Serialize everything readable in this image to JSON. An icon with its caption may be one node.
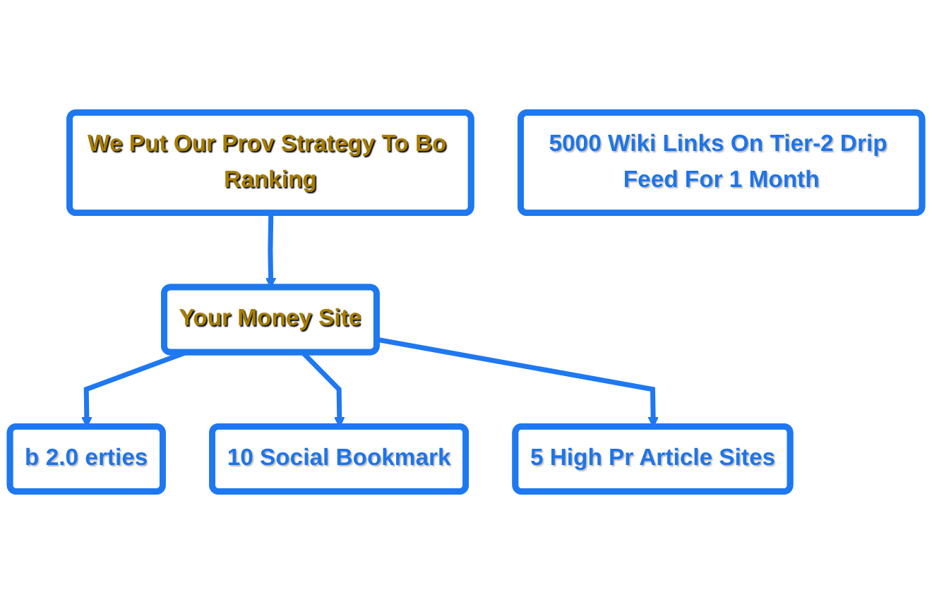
{
  "diagram": {
    "nodes": [
      {
        "text": [
          "Your Money Site"
        ]
      },
      {
        "text": [
          "We Put Our Prov Strategy To Bo Ranking"
        ]
      },
      {
        "text": [
          "b 2.0 erties"
        ]
      },
      {
        "text": [
          "10 Social Bookmark"
        ]
      },
      {
        "text": [
          "5 High Pr Article Sites"
        ]
      },
      {
        "text": [
          "5000 Wiki Links On Tier-2 Drip Feed For 1 Month"
        ]
      }
    ],
    "edges": [
      {
        "from": 1,
        "to": 0,
        "arrow": "to"
      },
      {
        "from": 0,
        "to": 2,
        "arrow": "to"
      },
      {
        "from": 0,
        "to": 3,
        "arrow": "to"
      },
      {
        "from": 0,
        "to": 4,
        "arrow": "to"
      }
    ]
  }
}
